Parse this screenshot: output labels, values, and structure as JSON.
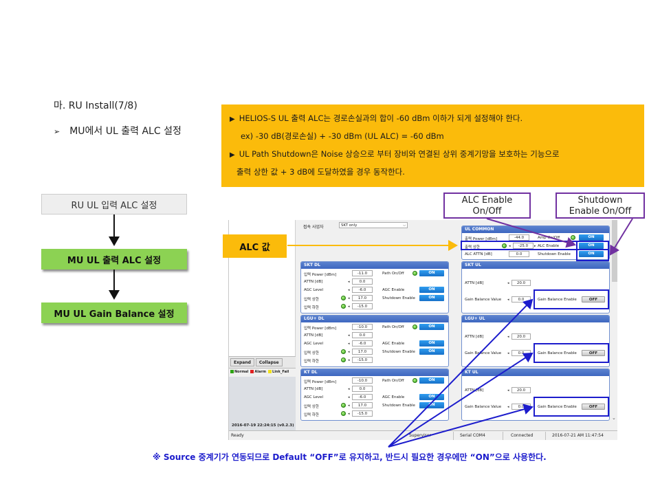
{
  "section_title": "마. RU Install(7/8)",
  "sub_title": "MU에서 UL 출력 ALC 설정",
  "note": {
    "line1": "HELIOS-S UL 출력 ALC는 경로손실과의 합이 -60 dBm 이하가 되게 설정해야 한다.",
    "line2": "ex) -30 dB(경로손실) + -30 dBm (UL ALC) = -60 dBm",
    "line3": "UL Path Shutdown은 Noise 상승으로 부터 장비와 연결된 상위 중계기망을 보호하는 기능으로",
    "line4": "출력 상한 값 + 3 dB에 도달하였을 경우 동작한다."
  },
  "flow": {
    "step1": "RU UL 입력 ALC 설정",
    "step2": "MU UL 출력 ALC 설정",
    "step3": "MU UL Gain Balance 설정"
  },
  "callouts": {
    "alc_value": "ALC 값",
    "alc_enable_l1": "ALC Enable",
    "alc_enable_l2": "On/Off",
    "shutdown_l1": "Shutdown",
    "shutdown_l2": "Enable On/Off"
  },
  "footnote": "※ Source 중계기가 연동되므로 Default “OFF”로 유지하고, 반드시 필요한 경우에만 “ON”으로 사용한다.",
  "app": {
    "operator_label": "접속 사업자",
    "operator_value": "SKT only",
    "tree_buttons": {
      "expand": "Expand",
      "collapse": "Collapse"
    },
    "legend": {
      "normal": "Normal",
      "alarm": "Alarm",
      "link_fail": "Link_Fail"
    },
    "timestamp": "2016-07-19 22:24:15 (v0.2.3)",
    "status": {
      "ready": "Ready",
      "role": "Supervisor",
      "port": "Serial COM4",
      "conn": "Connected",
      "time": "2016-07-21 AM 11:47:54"
    },
    "on": "ON",
    "off": "OFF",
    "ul_common": {
      "title": "UL COMMON",
      "out_power_label": "출력 Power [dBm]",
      "out_power": "-44.0",
      "out_upper_label": "출력 상한",
      "out_upper": "-25.0",
      "alc_attn_label": "ALC ATTN [dB]",
      "alc_attn": "0.0",
      "amp_label": "Amp On/Off",
      "alc_enable_label": "ALC Enable",
      "shutdown_label": "Shutdown Enable"
    },
    "dl_labels": {
      "in_power": "입력 Power [dBm]",
      "attn": "ATTN [dB]",
      "agc_level": "AGC Level",
      "in_upper": "입력 상한",
      "in_lower": "입력 하한",
      "path": "Path On/Off",
      "agc_enable": "AGC Enable",
      "shutdown": "Shutdown Enable"
    },
    "ul_labels": {
      "attn": "ATTN [dB]",
      "gb_value": "Gain Balance Value",
      "gb_enable": "Gain Balance Enable"
    },
    "skt_dl": {
      "title": "SKT DL",
      "in_power": "-11.0",
      "attn": "0.0",
      "agc_level": "-6.0",
      "in_upper": "17.0",
      "in_lower": "-15.0"
    },
    "lgu_dl": {
      "title": "LGU+ DL",
      "in_power": "-10.0",
      "attn": "0.0",
      "agc_level": "-6.0",
      "in_upper": "17.0",
      "in_lower": "-15.0"
    },
    "kt_dl": {
      "title": "KT DL",
      "in_power": "-10.0",
      "attn": "0.0",
      "agc_level": "-6.0",
      "in_upper": "17.0",
      "in_lower": "-15.0"
    },
    "skt_ul": {
      "title": "SKT UL",
      "attn": "20.0",
      "gb_value": "0.0"
    },
    "lgu_ul": {
      "title": "LGU+ UL",
      "attn": "20.0",
      "gb_value": "0.0"
    },
    "kt_ul": {
      "title": "KT UL",
      "attn": "20.0",
      "gb_value": "0.0"
    }
  },
  "colors": {
    "note_bg": "#fbbb0b",
    "flow_green": "#8cd253",
    "callout_purple": "#7030a0",
    "highlight_blue": "#1c1ccc",
    "on_blue": "#1771c9"
  }
}
